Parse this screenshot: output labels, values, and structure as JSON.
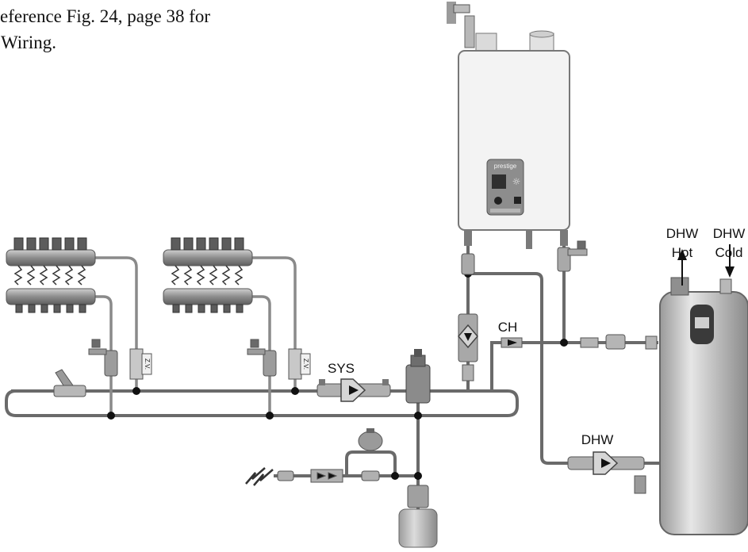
{
  "reference": {
    "line1": "eference Fig. 24, page 38 for",
    "line2": "Wiring."
  },
  "boiler": {
    "brand": "prestige"
  },
  "labels": {
    "sys": "SYS",
    "ch": "CH",
    "dhw_pump": "DHW",
    "dhw_hot_1": "DHW",
    "dhw_hot_2": "Hot",
    "dhw_cold_1": "DHW",
    "dhw_cold_2": "Cold",
    "zone_valve_1": "Z.V.",
    "zone_valve_2": "Z.V."
  }
}
